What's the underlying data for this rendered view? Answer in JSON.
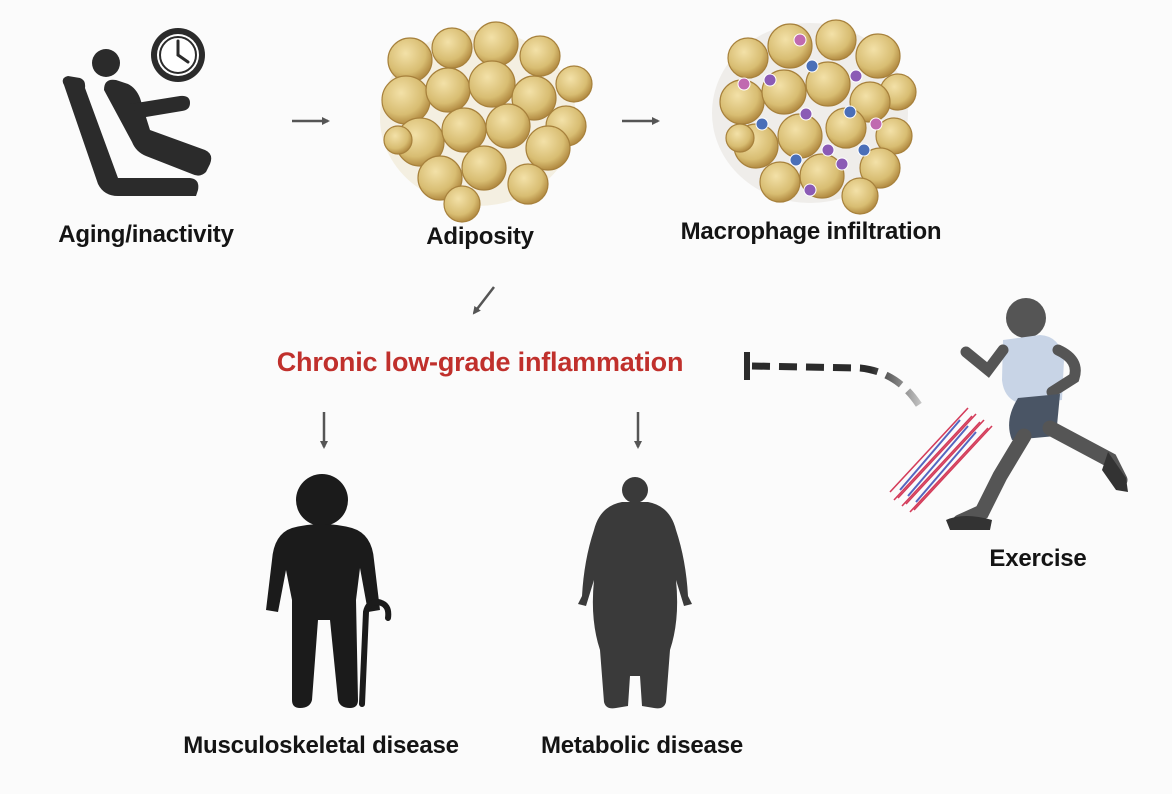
{
  "labels": {
    "aging": "Aging/inactivity",
    "adiposity": "Adiposity",
    "macrophage": "Macrophage infiltration",
    "inflammation": "Chronic low-grade inflammation",
    "musculoskeletal": "Musculoskeletal disease",
    "metabolic": "Metabolic disease",
    "exercise": "Exercise"
  },
  "icons": {
    "aging": "seated-person-with-clock-icon",
    "adiposity": "adipose-tissue-cluster-icon",
    "macrophage": "adipose-tissue-with-macrophages-icon",
    "musculoskeletal": "elderly-person-with-cane-icon",
    "metabolic": "obese-person-icon",
    "exercise": "runner-with-muscle-fibers-icon"
  },
  "colors": {
    "inflammation_text": "#c0302c",
    "fat_cell": "#dcc47e",
    "macrophage_purple": "#8b5bb5",
    "silhouette": "#1e1e1e",
    "inhibition_line": "#2b2b2b"
  }
}
